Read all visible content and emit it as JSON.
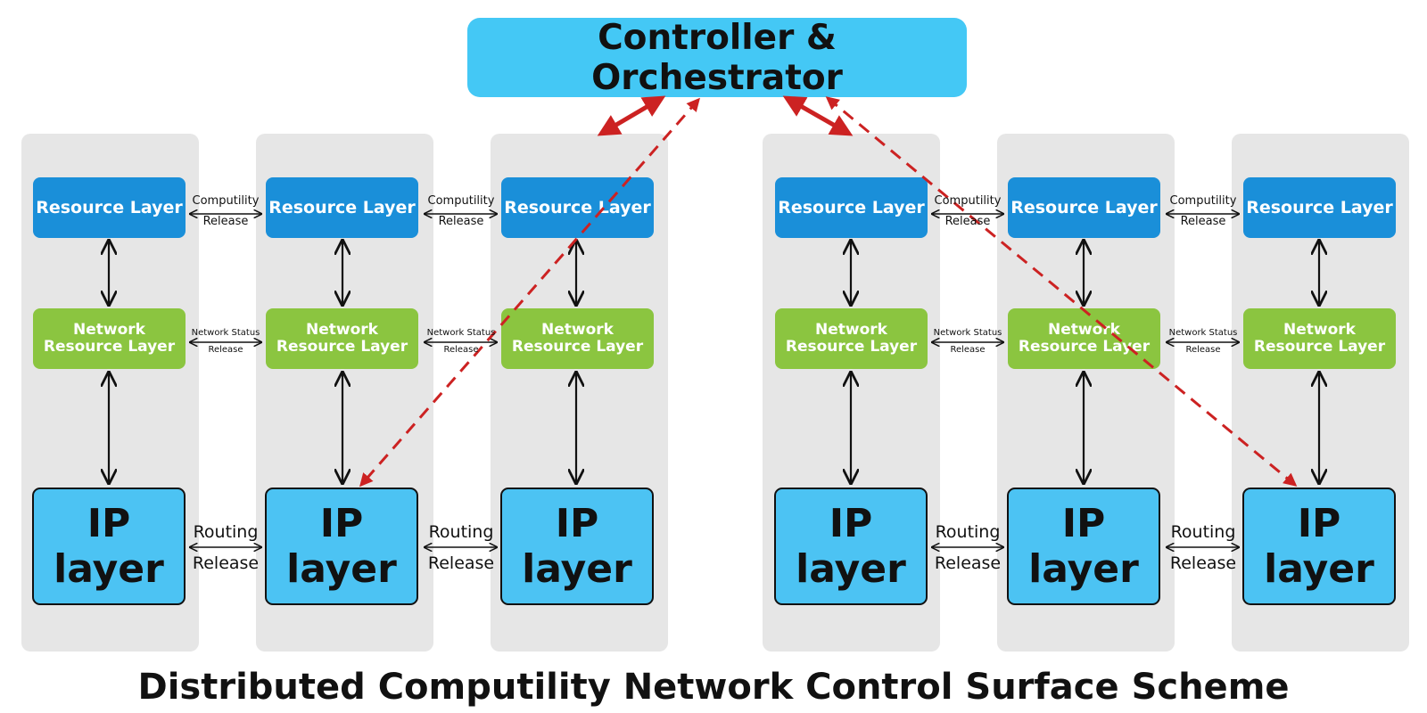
{
  "controller": {
    "label": "Controller & Orchestrator"
  },
  "columns": [
    {
      "resource_label": "Resource Layer",
      "network_label": "Network Resource Layer",
      "ip_label": "IP layer"
    },
    {
      "resource_label": "Resource Layer",
      "network_label": "Network Resource Layer",
      "ip_label": "IP layer"
    },
    {
      "resource_label": "Resource Layer",
      "network_label": "Network Resource Layer",
      "ip_label": "IP layer"
    },
    {
      "resource_label": "Resource Layer",
      "network_label": "Network Resource Layer",
      "ip_label": "IP layer"
    },
    {
      "resource_label": "Resource Layer",
      "network_label": "Network Resource Layer",
      "ip_label": "IP layer"
    },
    {
      "resource_label": "Resource Layer",
      "network_label": "Network Resource Layer",
      "ip_label": "IP layer"
    }
  ],
  "links": {
    "resource": {
      "line1": "Computility",
      "line2": "Release"
    },
    "network": {
      "line1": "Network Status",
      "line2": "Release"
    },
    "ip": {
      "line1": "Routing",
      "line2": "Release"
    }
  },
  "caption": "Distributed Computility Network Control Surface Scheme",
  "colors": {
    "controller": "#44c8f5",
    "resource_layer": "#1a8fd9",
    "network_layer": "#8bc540",
    "ip_layer": "#4cc3f3",
    "column_bg": "#e6e6e6",
    "control_arrow": "#cc2222"
  }
}
